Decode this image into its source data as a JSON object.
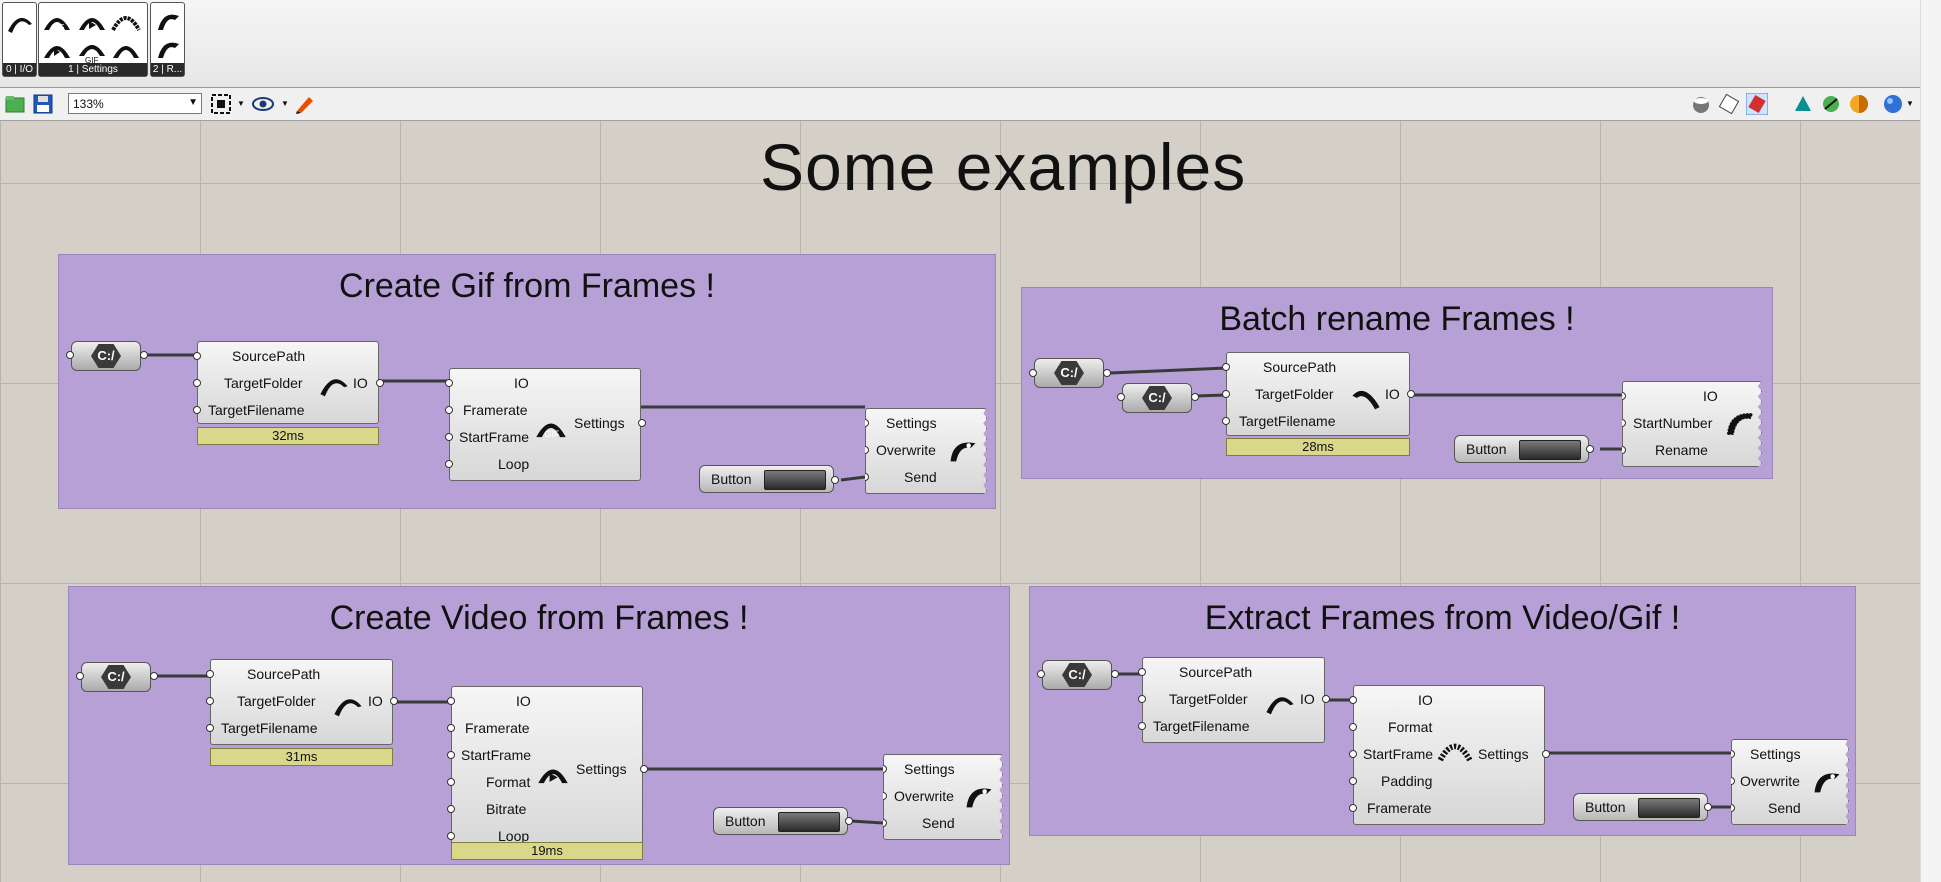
{
  "ribbon": {
    "tabs": [
      {
        "label": "0 | I/O"
      },
      {
        "label": "1 | Settings"
      },
      {
        "label": "2 | R..."
      }
    ]
  },
  "toolbar": {
    "zoom": "133%",
    "buttons": [
      "open-icon",
      "save-icon",
      "zoom-extents-icon",
      "preview-eye-icon",
      "sketch-pen-icon",
      "preview-off-icon",
      "preview-wire-icon",
      "preview-shaded-icon",
      "bake-icon",
      "gumball-icon",
      "material-icon",
      "display-sphere-icon"
    ]
  },
  "canvas": {
    "title": "Some examples",
    "groups": [
      {
        "title": "Create Gif from Frames !",
        "path_label": "C:/",
        "io": {
          "inputs": [
            "SourcePath",
            "TargetFolder",
            "TargetFilename"
          ],
          "output": "IO",
          "timer": "32ms"
        },
        "settings": {
          "inputs": [
            "IO",
            "Framerate",
            "StartFrame",
            "Loop"
          ],
          "output": "Settings"
        },
        "action": {
          "inputs": [
            "Settings",
            "Overwrite",
            "Send"
          ]
        },
        "button": "Button"
      },
      {
        "title": "Batch rename Frames !",
        "path_labels": [
          "C:/",
          "C:/"
        ],
        "io": {
          "inputs": [
            "SourcePath",
            "TargetFolder",
            "TargetFilename"
          ],
          "output": "IO",
          "timer": "28ms"
        },
        "action": {
          "inputs": [
            "IO",
            "StartNumber",
            "Rename"
          ]
        },
        "button": "Button"
      },
      {
        "title": "Create Video from Frames !",
        "path_label": "C:/",
        "io": {
          "inputs": [
            "SourcePath",
            "TargetFolder",
            "TargetFilename"
          ],
          "output": "IO",
          "timer": "31ms"
        },
        "settings": {
          "inputs": [
            "IO",
            "Framerate",
            "StartFrame",
            "Format",
            "Bitrate",
            "Loop"
          ],
          "output": "Settings",
          "timer": "19ms"
        },
        "action": {
          "inputs": [
            "Settings",
            "Overwrite",
            "Send"
          ]
        },
        "button": "Button"
      },
      {
        "title": "Extract Frames from Video/Gif !",
        "path_label": "C:/",
        "io": {
          "inputs": [
            "SourcePath",
            "TargetFolder",
            "TargetFilename"
          ],
          "output": "IO"
        },
        "settings": {
          "inputs": [
            "IO",
            "Format",
            "StartFrame",
            "Padding",
            "Framerate"
          ],
          "output": "Settings"
        },
        "action": {
          "inputs": [
            "Settings",
            "Overwrite",
            "Send"
          ]
        },
        "button": "Button"
      }
    ]
  },
  "colors": {
    "group_fill": "#b6a0d6",
    "canvas": "#d4d0c8",
    "timer": "#d9d78a",
    "wire": "#3a3a3a"
  }
}
